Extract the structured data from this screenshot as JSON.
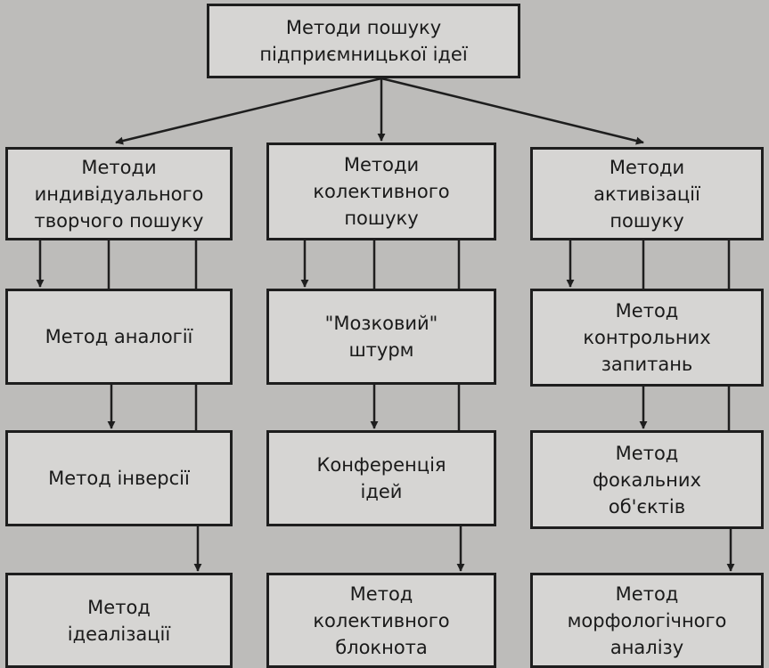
{
  "diagram": {
    "root": "Методи пошуку\nпідприємницької ідеї",
    "columns": [
      {
        "category": "Методи\nиндивідуального\nтворчого пошуку",
        "methods": [
          "Метод аналогії",
          "Метод інверсії",
          "Метод\nідеалізації"
        ]
      },
      {
        "category": "Методи\nколективного\nпошуку",
        "methods": [
          "\"Мозковий\"\nштурм",
          "Конференція\nідей",
          "Метод\nколективного\nблокнота"
        ]
      },
      {
        "category": "Методи\nактивізації\nпошуку",
        "methods": [
          "Метод\nконтрольних\nзапитань",
          "Метод\nфокальних\nоб'єктів",
          "Метод\nморфологічного\nаналізу"
        ]
      }
    ]
  },
  "colors": {
    "line": "#1e1e1e",
    "box_fill": "#d6d5d3",
    "background": "#bdbcba",
    "text": "#1a1a1a"
  }
}
